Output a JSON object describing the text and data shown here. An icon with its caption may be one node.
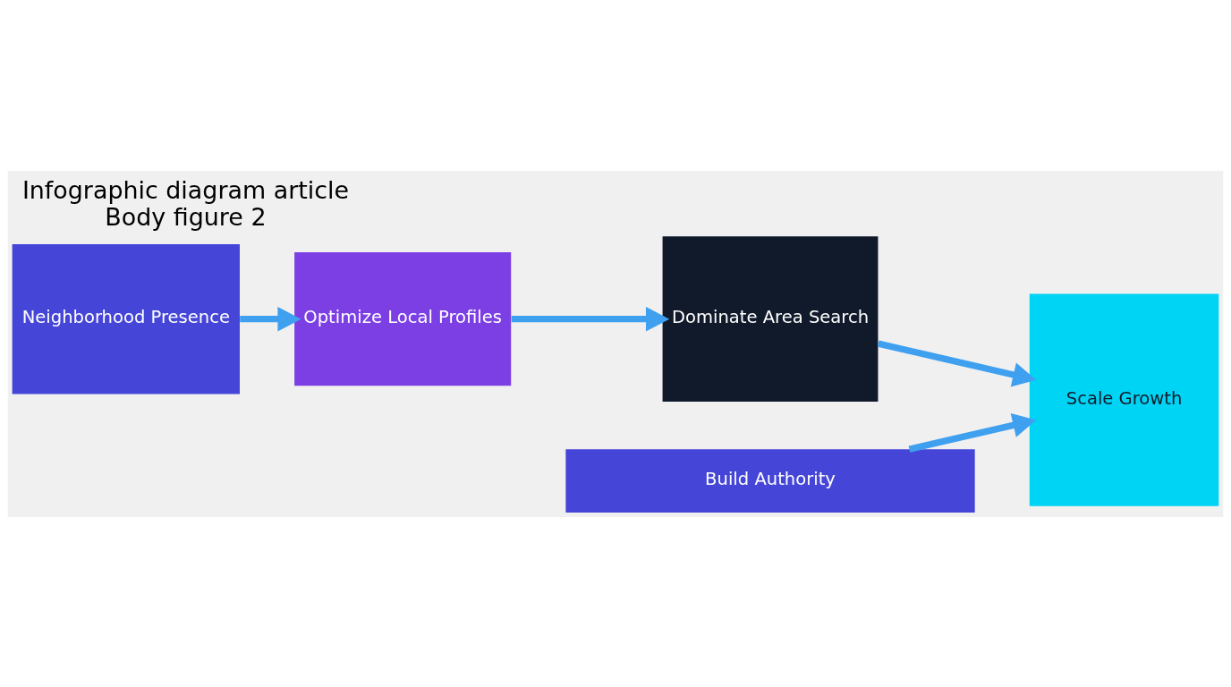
{
  "diagram": {
    "title": "Infographic diagram article",
    "caption": "Body figure 2",
    "nodes": [
      {
        "text": [
          "Neighborhood Presence"
        ]
      },
      {
        "text": [
          "Optimize Local Profiles"
        ]
      },
      {
        "text": [
          "Dominate Area Search"
        ]
      },
      {
        "text": [
          "Scale Growth"
        ]
      },
      {
        "text": [
          "Build Authority"
        ]
      }
    ],
    "edges": [
      {
        "from": 0,
        "to": 1,
        "arrow": "to"
      },
      {
        "from": 1,
        "to": 2,
        "arrow": "to"
      },
      {
        "from": 2,
        "to": 3,
        "arrow": "to"
      },
      {
        "from": 4,
        "to": 3,
        "arrow": "to"
      }
    ]
  }
}
